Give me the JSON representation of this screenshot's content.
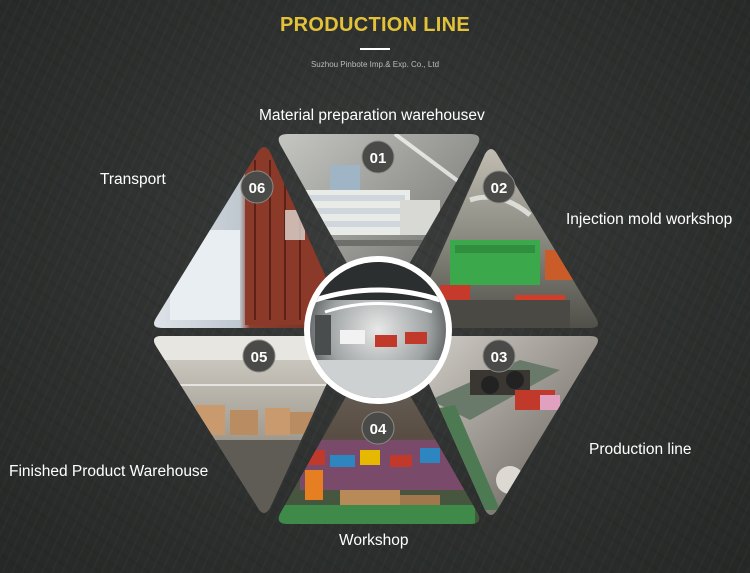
{
  "header": {
    "title": "PRODUCTION LINE",
    "subtitle": "Suzhou Pinbote Imp.& Exp. Co., Ltd"
  },
  "stages": [
    {
      "number": "01",
      "label": "Material preparation warehousev"
    },
    {
      "number": "02",
      "label": "Injection mold workshop"
    },
    {
      "number": "03",
      "label": "Production line"
    },
    {
      "number": "04",
      "label": "Workshop"
    },
    {
      "number": "05",
      "label": "Finished Product Warehouse"
    },
    {
      "number": "06",
      "label": "Transport"
    }
  ],
  "colors": {
    "accent": "#e3c23a",
    "background": "#2f3230",
    "badge": "#4a4a48",
    "text": "#ffffff"
  }
}
